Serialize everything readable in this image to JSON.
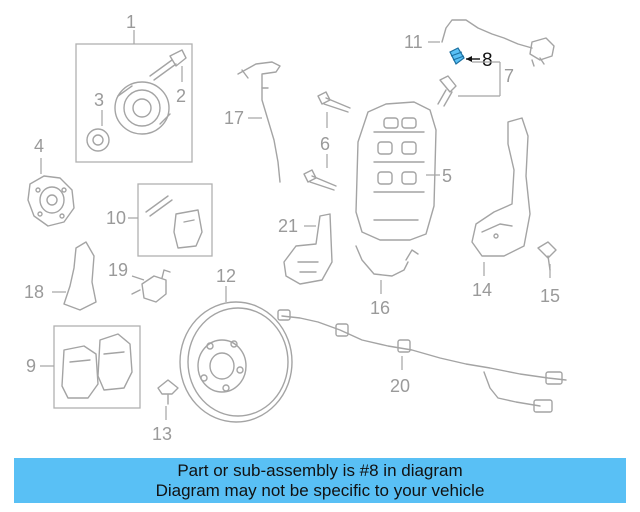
{
  "labels": {
    "l1": "1",
    "l2": "2",
    "l3": "3",
    "l4": "4",
    "l5": "5",
    "l6": "6",
    "l7": "7",
    "l8": "8",
    "l9": "9",
    "l10": "10",
    "l11": "11",
    "l12": "12",
    "l13": "13",
    "l14": "14",
    "l15": "15",
    "l16": "16",
    "l17": "17",
    "l18": "18",
    "l19": "19",
    "l20": "20",
    "l21": "21"
  },
  "highlight": {
    "part": "8",
    "color": "#59c0f5"
  },
  "banner": {
    "line1": "Part or sub-assembly is #8 in diagram",
    "line2": "Diagram may not be specific to your vehicle",
    "color": "#59c0f5"
  }
}
